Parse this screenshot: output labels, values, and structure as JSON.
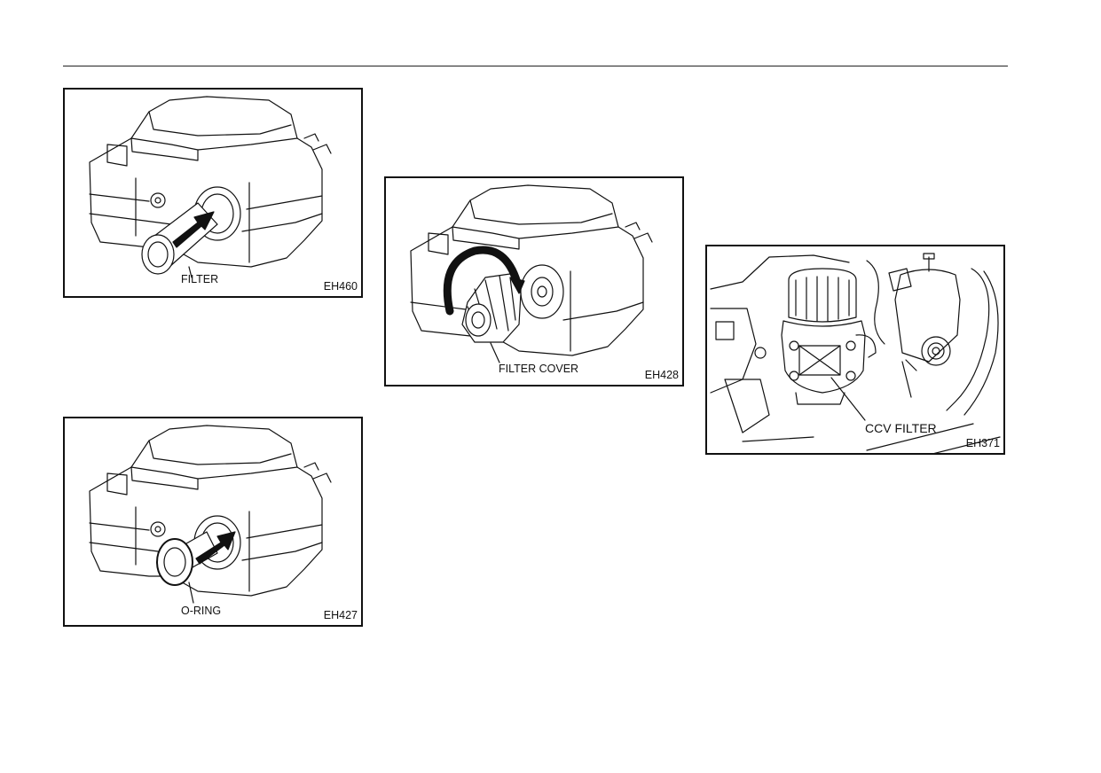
{
  "figures": [
    {
      "id": "fig1",
      "label": "FILTER",
      "code": "EH460"
    },
    {
      "id": "fig2",
      "label": "O-RING",
      "code": "EH427"
    },
    {
      "id": "fig3",
      "label": "FILTER COVER",
      "code": "EH428"
    },
    {
      "id": "fig4",
      "label": "CCV FILTER",
      "code": "EH371"
    }
  ]
}
